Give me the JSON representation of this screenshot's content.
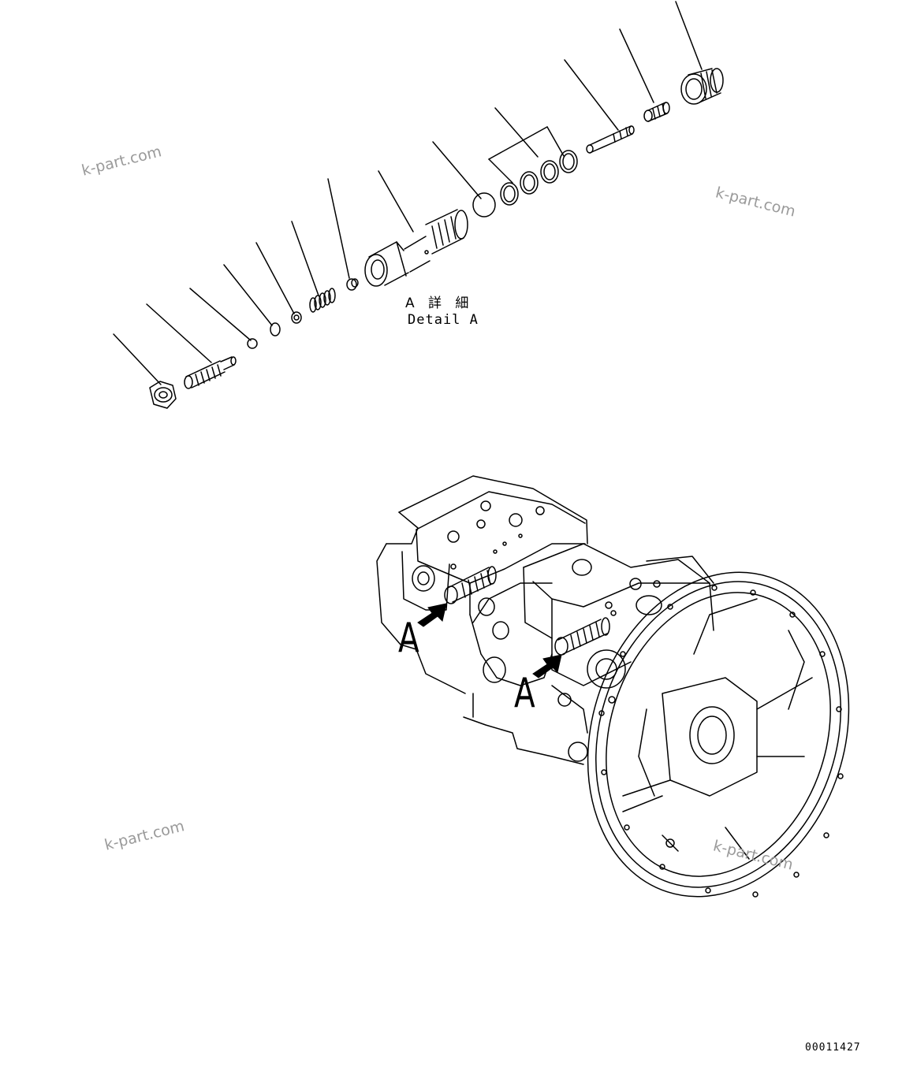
{
  "watermarks": [
    "k-part.com",
    "k-part.com",
    "k-part.com",
    "k-part.com"
  ],
  "detail": {
    "title_jp": "A 詳 細",
    "title_en": "Detail A"
  },
  "view_markers": [
    "A",
    "A"
  ],
  "drawing_number": "00011427"
}
